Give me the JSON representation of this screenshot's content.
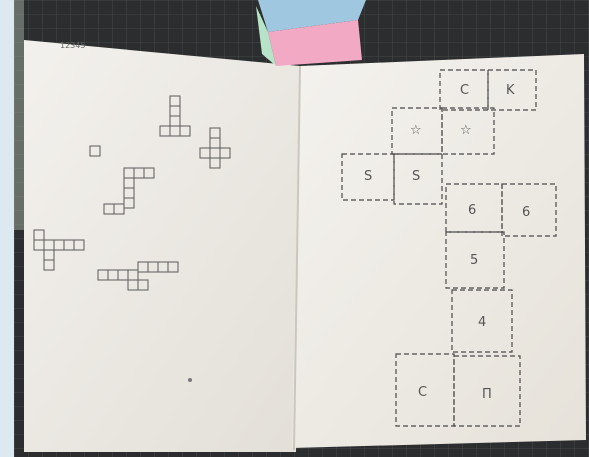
{
  "photo": {
    "subject": "paper cube-net sketches on cutting mat",
    "colors": {
      "mat": "#2b2d2e",
      "grid": "#3f4344",
      "paper": "#eeebe6",
      "paper_shadow": "#cfcbc4",
      "pencil": "#4a4a4a",
      "cube_top": "#9fc8e0",
      "cube_front": "#f1a9c4",
      "cube_side": "#b7e3c8",
      "left_panel": "#dde9f1"
    }
  },
  "left_sheet": {
    "corner_label": "12345"
  },
  "right_sheet": {
    "cells": [
      {
        "id": "r1a",
        "mark": "C"
      },
      {
        "id": "r1b",
        "mark": "K"
      },
      {
        "id": "r2a",
        "mark": "☆"
      },
      {
        "id": "r2b",
        "mark": "☆"
      },
      {
        "id": "r3a",
        "mark": "S"
      },
      {
        "id": "r3b",
        "mark": "S"
      },
      {
        "id": "r4a",
        "mark": "6"
      },
      {
        "id": "r4b",
        "mark": "6"
      },
      {
        "id": "r5a",
        "mark": "5"
      },
      {
        "id": "r6a",
        "mark": "4"
      },
      {
        "id": "r7a",
        "mark": "C"
      },
      {
        "id": "r7b",
        "mark": "П"
      }
    ]
  }
}
